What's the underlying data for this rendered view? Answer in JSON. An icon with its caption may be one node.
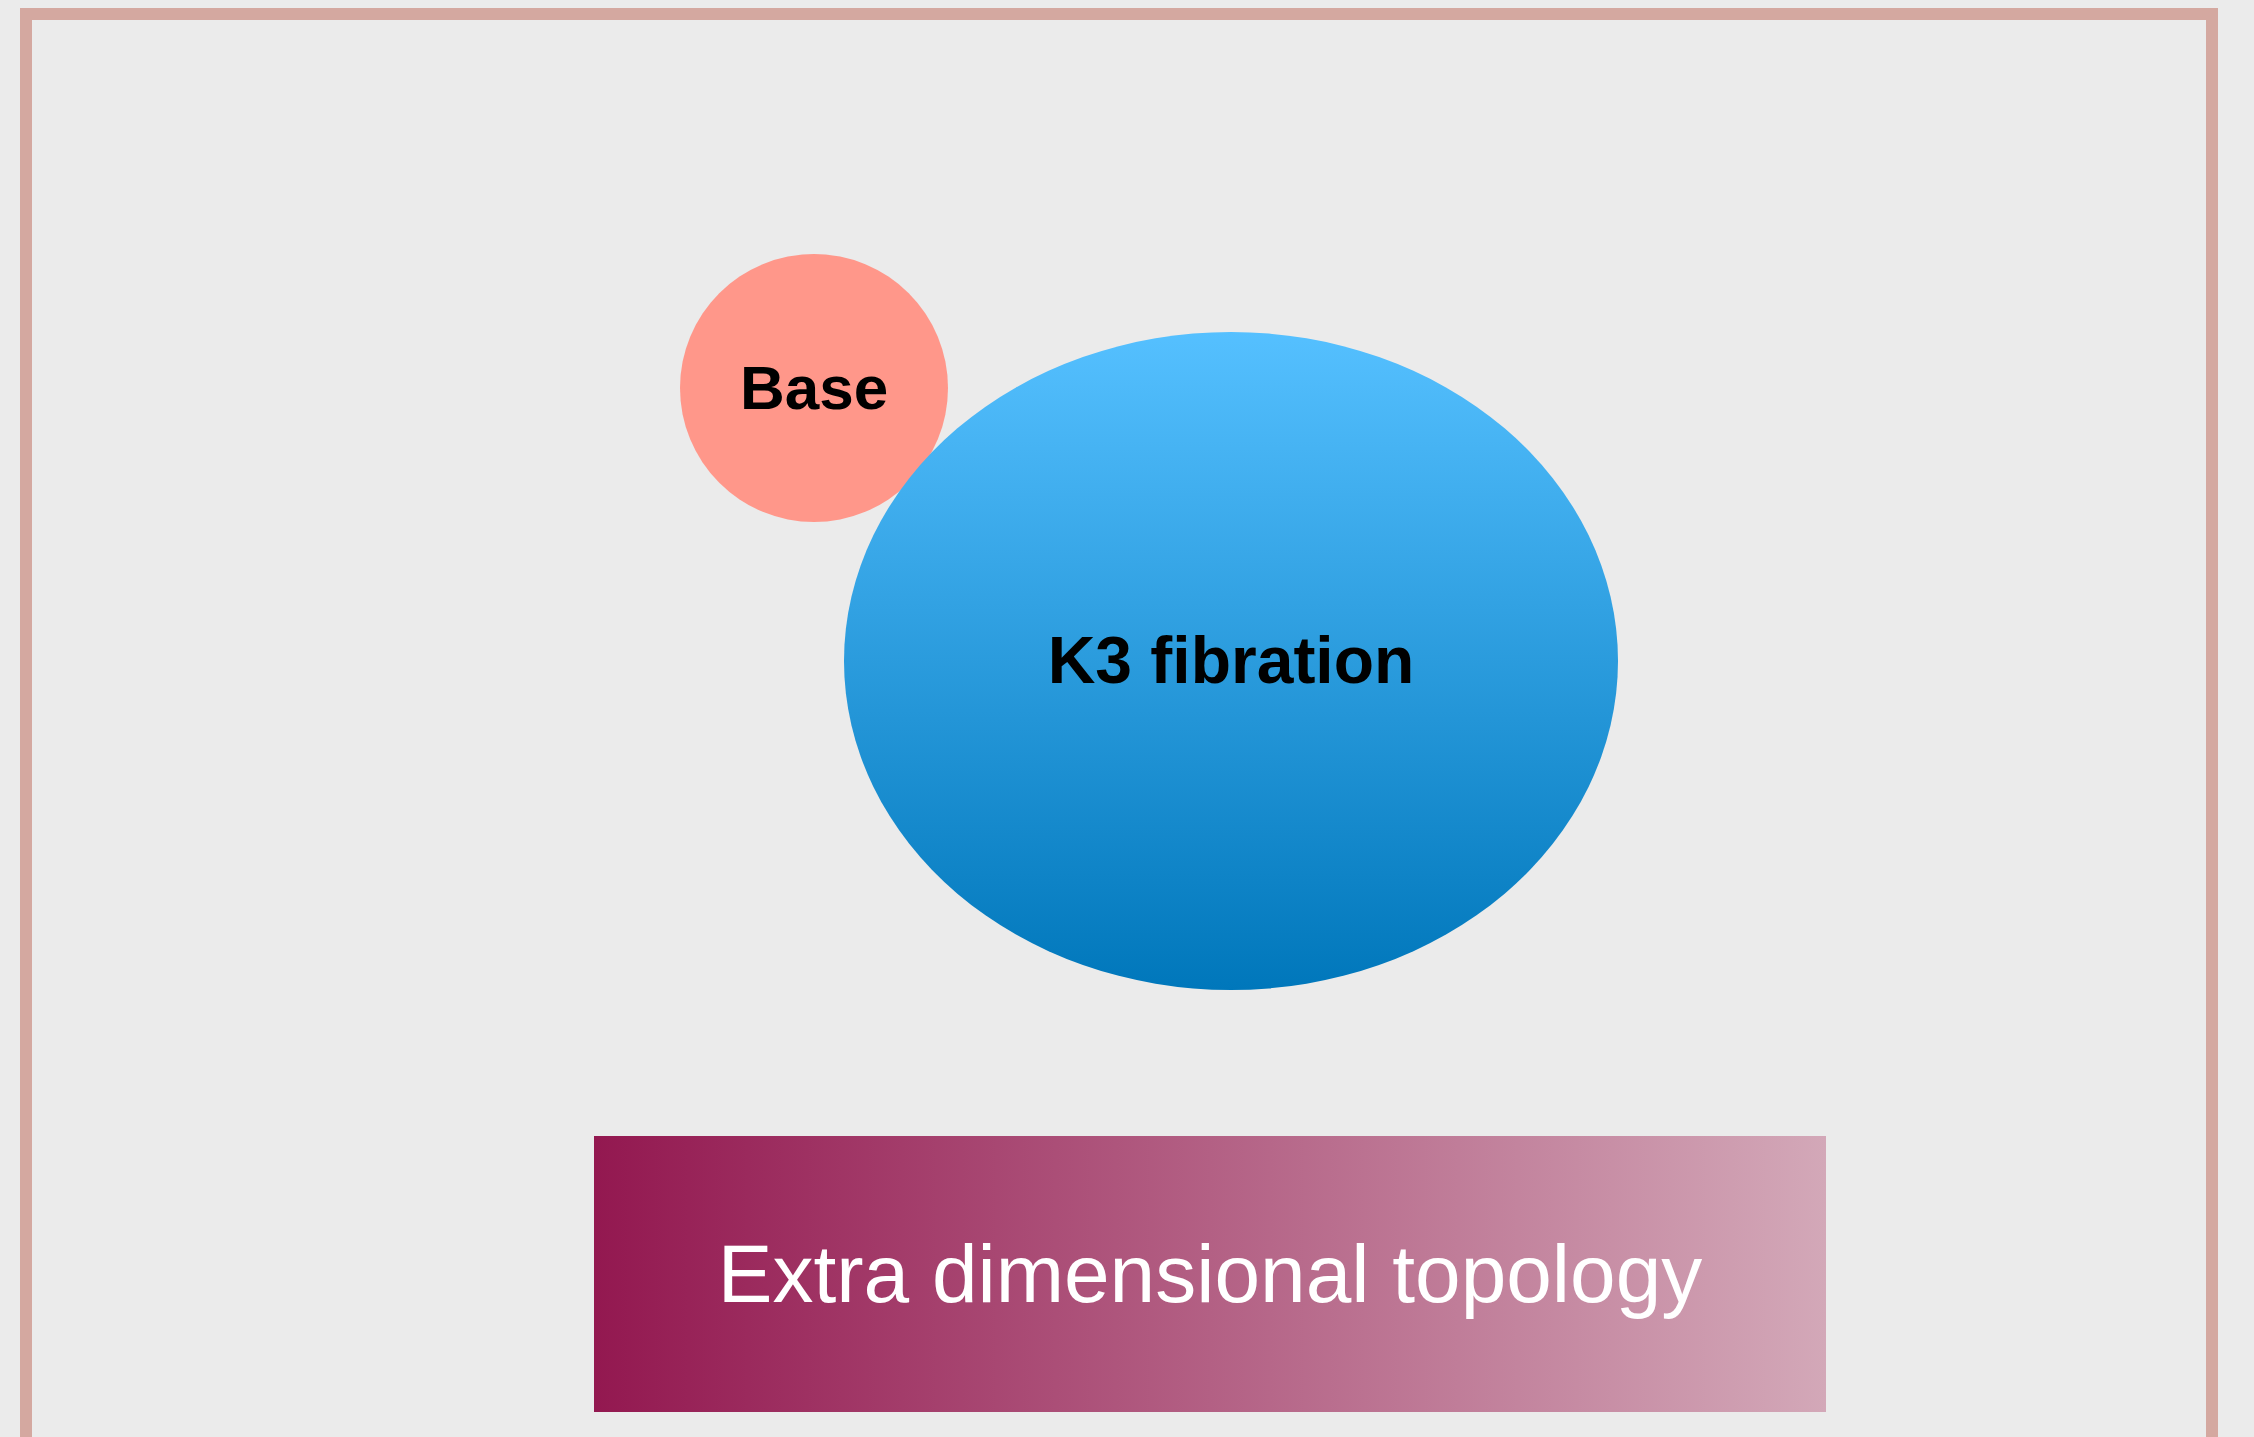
{
  "diagram": {
    "nodes": [
      {
        "text": [
          "Base"
        ]
      },
      {
        "text": [
          "K3 fibration"
        ]
      },
      {
        "text": [
          "Extra dimensional topology"
        ]
      }
    ],
    "edges": []
  }
}
